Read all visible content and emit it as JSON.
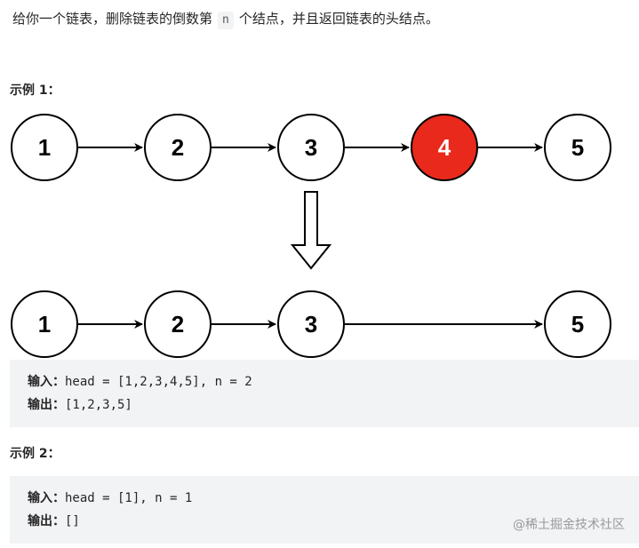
{
  "problem": {
    "intro_before": "给你一个链表，删除链表的倒数第",
    "variable": "n",
    "intro_after": "个结点，并且返回链表的头结点。"
  },
  "example1": {
    "heading": "示例 1：",
    "list_before": [
      "1",
      "2",
      "3",
      "4",
      "5"
    ],
    "removed_node": "4",
    "list_after": [
      "1",
      "2",
      "3",
      "5"
    ],
    "input_label": "输入：",
    "input_value": "head = [1,2,3,4,5], n = 2",
    "output_label": "输出：",
    "output_value": "[1,2,3,5]"
  },
  "example2": {
    "heading": "示例 2：",
    "input_label": "输入：",
    "input_value": "head = [1], n = 1",
    "output_label": "输出：",
    "output_value": "[]"
  },
  "watermark": "@稀土掘金技术社区",
  "colors": {
    "removed_node_fill": "#e8291c",
    "node_fill": "#ffffff",
    "stroke": "#000000",
    "code_background": "#f2f3f5"
  }
}
